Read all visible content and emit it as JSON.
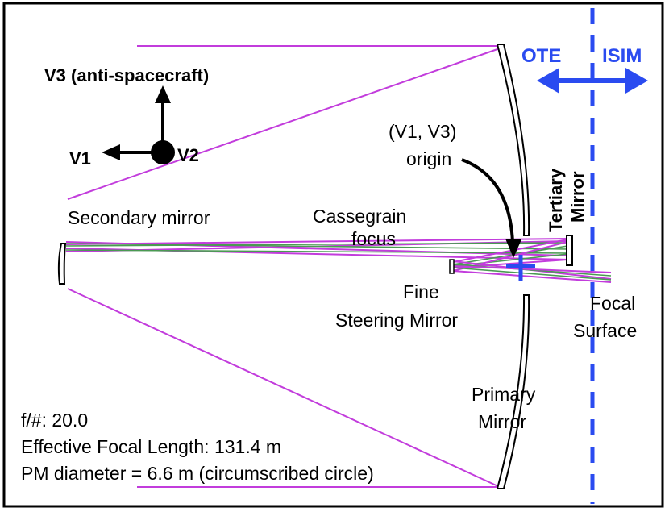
{
  "labels": {
    "ote": "OTE",
    "isim": "ISIM",
    "v3": "V3 (anti-spacecraft)",
    "v1": "V1",
    "v2": "V2",
    "origin_line1": "(V1, V3)",
    "origin_line2": "origin",
    "secondary_mirror": "Secondary mirror",
    "cassegrain_line1": "Cassegrain",
    "cassegrain_line2": "focus",
    "tertiary_line1": "Tertiary",
    "tertiary_line2": "Mirror",
    "fine_line1": "Fine",
    "fine_line2": "Steering Mirror",
    "focal_line1": "Focal",
    "focal_line2": "Surface",
    "primary_line1": "Primary",
    "primary_line2": "Mirror"
  },
  "specs": {
    "fnumber": "f/#: 20.0",
    "efl": "Effective Focal Length: 131.4 m",
    "pm_diameter": "PM diameter = 6.6 m (circumscribed circle)"
  },
  "colors": {
    "ray_magenta": "#c23cdc",
    "ray_green": "#4a9a52",
    "ote_isim_blue": "#2a4bf0",
    "frame": "#000000"
  }
}
